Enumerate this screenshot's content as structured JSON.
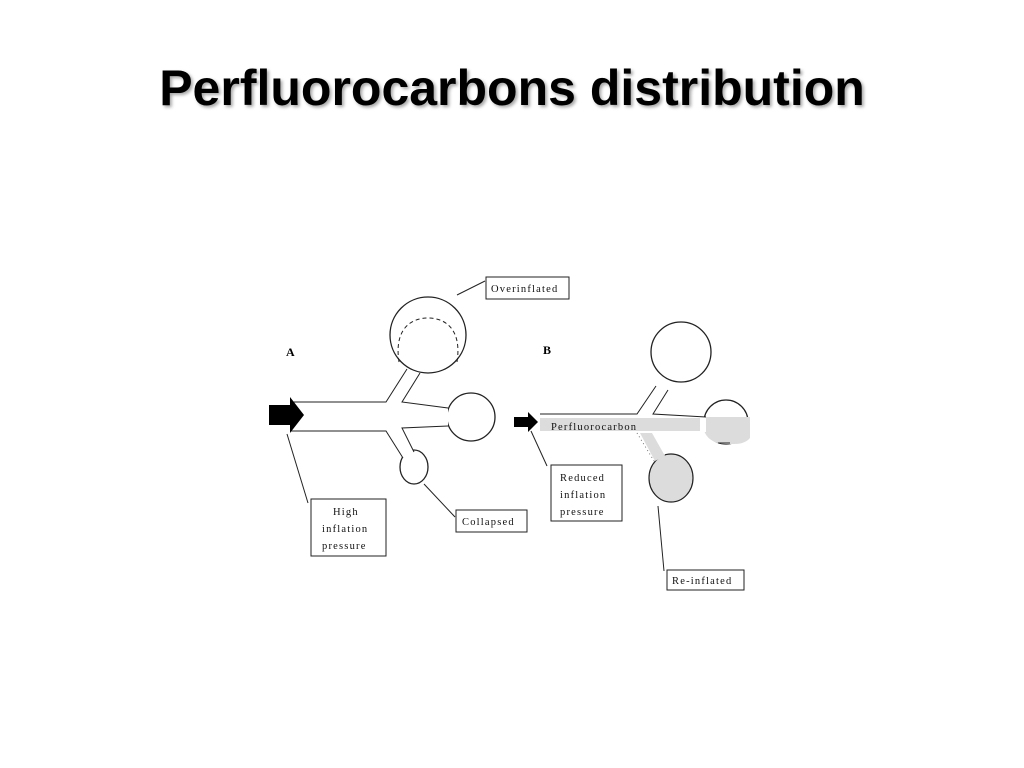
{
  "title": "Perfluorocarbons distribution",
  "panel_a": {
    "label": "A",
    "overinflated": "Overinflated",
    "high_pressure": [
      "High",
      "inflation",
      "pressure"
    ],
    "collapsed": "Collapsed"
  },
  "panel_b": {
    "label": "B",
    "perfluorocarbon": "Perfluorocarbon",
    "reduced_pressure": [
      "Reduced",
      "inflation",
      "pressure"
    ],
    "reinflated": "Re-inflated"
  },
  "colors": {
    "fluid_fill": "#dcdcdc",
    "line": "#222222",
    "arrow": "#000000"
  }
}
